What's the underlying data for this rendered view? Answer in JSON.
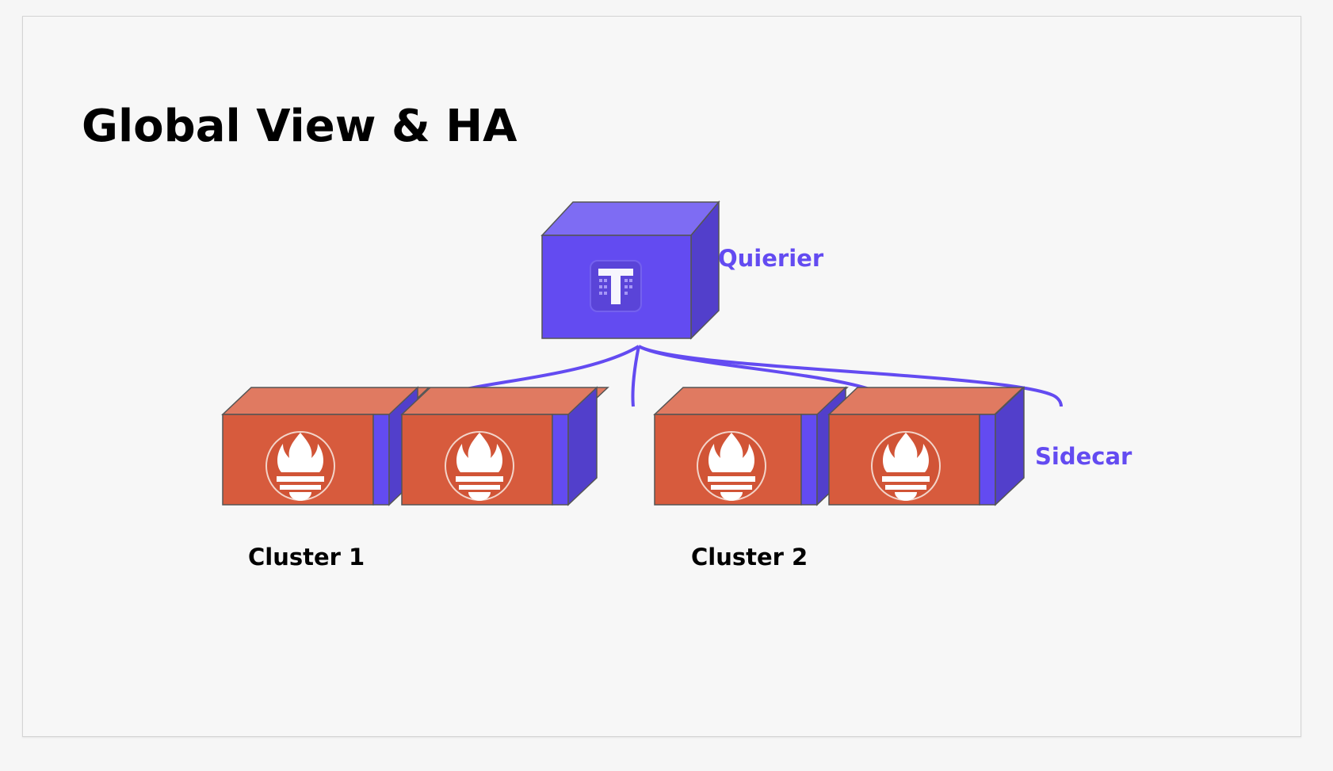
{
  "title": "Global View & HA",
  "querier": {
    "label": "Quierier",
    "icon": "thanos-logo-icon"
  },
  "sidecar": {
    "label": "Sidecar"
  },
  "clusters": [
    {
      "label": "Cluster 1",
      "icon": "prometheus-logo-icon",
      "nodes": 2
    },
    {
      "label": "Cluster 2",
      "icon": "prometheus-logo-icon",
      "nodes": 2
    }
  ],
  "colors": {
    "accent": "#634bf1",
    "querier_front": "#634bf1",
    "querier_top": "#7e6cf3",
    "querier_side": "#523fcb",
    "prometheus_front": "#d75b3d",
    "prometheus_top": "#e07a61",
    "connector": "#634bf1"
  }
}
